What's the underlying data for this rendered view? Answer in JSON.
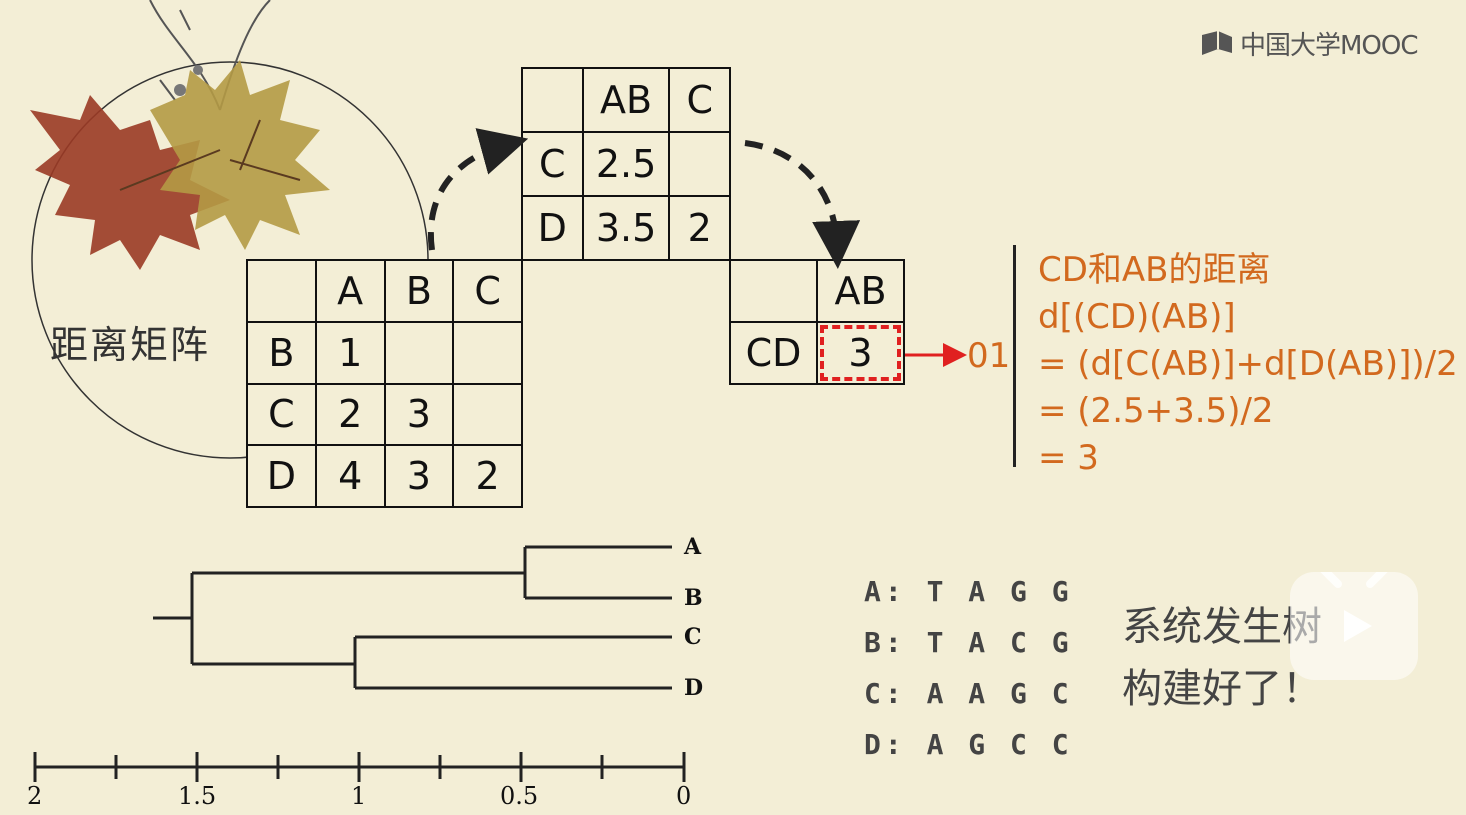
{
  "brand": {
    "logo_text": "中国大学MOOC"
  },
  "title": "距离矩阵",
  "matrix1": {
    "cols": [
      "",
      "A",
      "B",
      "C"
    ],
    "rows": [
      [
        "B",
        "1",
        "",
        ""
      ],
      [
        "C",
        "2",
        "3",
        ""
      ],
      [
        "D",
        "4",
        "3",
        "2"
      ]
    ]
  },
  "matrix2": {
    "cols": [
      "",
      "AB",
      "C"
    ],
    "rows": [
      [
        "C",
        "2.5",
        ""
      ],
      [
        "D",
        "3.5",
        "2"
      ]
    ]
  },
  "matrix3": {
    "cols": [
      "",
      "AB"
    ],
    "rows": [
      [
        "CD",
        "3"
      ]
    ]
  },
  "arrow_label": "01",
  "formula": [
    "CD和AB的距离",
    "d[(CD)(AB)]",
    "= (d[C(AB)]+d[D(AB)])/2",
    "= (2.5+3.5)/2",
    "= 3"
  ],
  "tree": {
    "leaves": [
      "A",
      "B",
      "C",
      "D"
    ],
    "scale_ticks": [
      "2",
      "1.5",
      "1",
      "0.5",
      "0"
    ]
  },
  "sequences": [
    "A: T A G G",
    "B: T A C G",
    "C: A A G C",
    "D: A G C C"
  ],
  "conclusion": [
    "系统发生树",
    "构建好了！"
  ],
  "colors": {
    "accent": "#d2691e",
    "highlight_box": "#e02020",
    "background": "#f3eed6"
  }
}
